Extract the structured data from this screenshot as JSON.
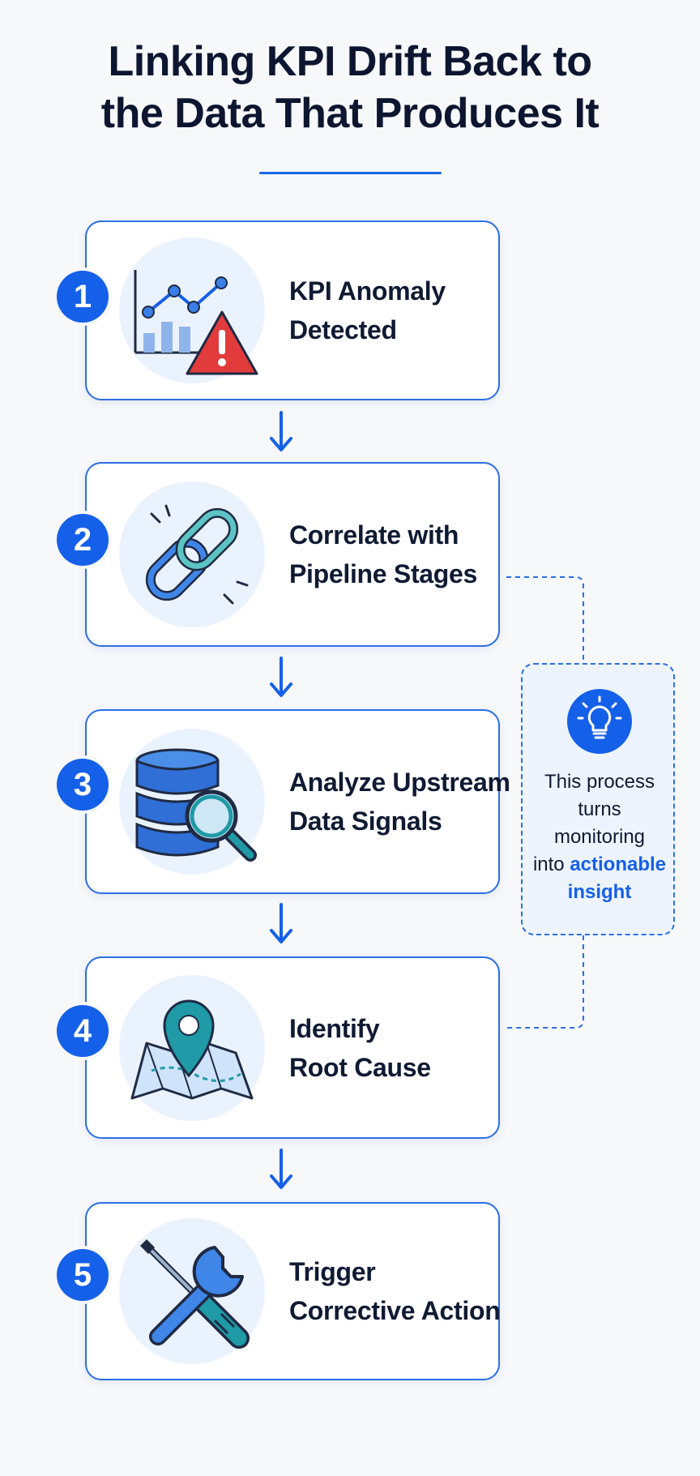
{
  "title": {
    "line1": "Linking KPI Drift Back to",
    "line2": "the Data That Produces It"
  },
  "steps": [
    {
      "number": "1",
      "line1": "KPI Anomaly",
      "line2": "Detected",
      "icon": "chart-alert-icon"
    },
    {
      "number": "2",
      "line1": "Correlate with",
      "line2": "Pipeline Stages",
      "icon": "chain-link-icon"
    },
    {
      "number": "3",
      "line1": "Analyze Upstream",
      "line2": "Data Signals",
      "icon": "database-search-icon"
    },
    {
      "number": "4",
      "line1": "Identify",
      "line2": "Root Cause",
      "icon": "map-pin-icon"
    },
    {
      "number": "5",
      "line1": "Trigger",
      "line2": "Corrective Action",
      "icon": "tools-icon"
    }
  ],
  "note": {
    "icon": "lightbulb-icon",
    "line1": "This process",
    "line2": "turns",
    "line3": "monitoring",
    "line4_prefix": "into",
    "line4_accent": "actionable",
    "line5_accent": "insight"
  },
  "colors": {
    "accent": "#1560e8",
    "card_border": "#2b6fe6",
    "icon_disc": "#eaf2fd",
    "alert_red": "#e23b3b",
    "teal": "#1f9aa6"
  }
}
